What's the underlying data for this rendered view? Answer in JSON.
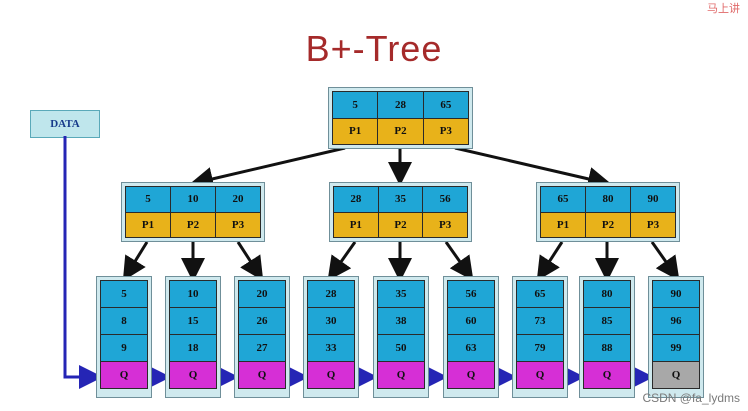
{
  "title": "B+-Tree",
  "corner_logo": "马上讲",
  "watermark": "CSDN @fa_lydms",
  "data_label": "DATA",
  "root": {
    "keys": [
      "5",
      "28",
      "65"
    ],
    "ptrs": [
      "P1",
      "P2",
      "P3"
    ]
  },
  "internal": [
    {
      "keys": [
        "5",
        "10",
        "20"
      ],
      "ptrs": [
        "P1",
        "P2",
        "P3"
      ]
    },
    {
      "keys": [
        "28",
        "35",
        "56"
      ],
      "ptrs": [
        "P1",
        "P2",
        "P3"
      ]
    },
    {
      "keys": [
        "65",
        "80",
        "90"
      ],
      "ptrs": [
        "P1",
        "P2",
        "P3"
      ]
    }
  ],
  "leaves": [
    {
      "keys": [
        "5",
        "8",
        "9"
      ],
      "q": "Q"
    },
    {
      "keys": [
        "10",
        "15",
        "18"
      ],
      "q": "Q"
    },
    {
      "keys": [
        "20",
        "26",
        "27"
      ],
      "q": "Q"
    },
    {
      "keys": [
        "28",
        "30",
        "33"
      ],
      "q": "Q"
    },
    {
      "keys": [
        "35",
        "38",
        "50"
      ],
      "q": "Q"
    },
    {
      "keys": [
        "56",
        "60",
        "63"
      ],
      "q": "Q"
    },
    {
      "keys": [
        "65",
        "73",
        "79"
      ],
      "q": "Q"
    },
    {
      "keys": [
        "80",
        "85",
        "88"
      ],
      "q": "Q"
    },
    {
      "keys": [
        "90",
        "96",
        "99"
      ],
      "q": "Q"
    }
  ],
  "colors": {
    "key": "#1fa6d6",
    "pointer": "#e8b21a",
    "leaf_link": "#d62fd6",
    "last_link": "#a8a8a8",
    "title": "#a52a2a",
    "link_arrow": "#2525b5"
  }
}
